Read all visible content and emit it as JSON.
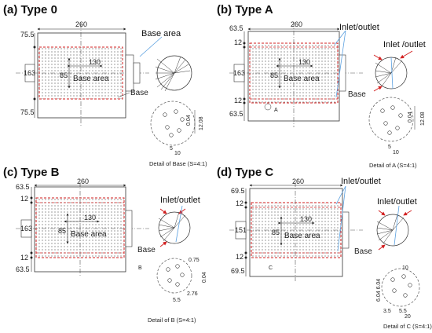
{
  "colors": {
    "outline": "#333333",
    "red_dash": "#d21f1f",
    "callout_line": "#5aa0e0",
    "dot": "#555555"
  },
  "panels": [
    {
      "title": "(a) Type 0",
      "dims": {
        "width": "260",
        "top": "75.5",
        "bottom": "75.5",
        "left": "163",
        "inner_w": "130",
        "inner_h": "85"
      },
      "base_area": "Base area",
      "base": "Base",
      "callout": "Base area",
      "detail_caption": "Detail of Base (S=4:1)",
      "detail_dims": [
        "12.08",
        "0.04",
        "5",
        "10"
      ]
    },
    {
      "title": "(b) Type A",
      "dims": {
        "width": "260",
        "top": "63.5",
        "mid_top": "12",
        "mid_bottom": "12",
        "bottom": "63.5",
        "left": "163",
        "inner_w": "130",
        "inner_h": "85"
      },
      "base_area": "Base area",
      "base": "Base",
      "marker": "A",
      "callout": "Inlet/outlet",
      "callout2": "Inlet /outlet",
      "detail_caption": "Detail of A (S=4:1)",
      "detail_dims": [
        "12.08",
        "0.04",
        "5",
        "10"
      ]
    },
    {
      "title": "(c) Type B",
      "dims": {
        "width": "260",
        "top": "63.5",
        "mid_top": "12",
        "mid_bottom": "12",
        "bottom": "63.5",
        "left": "163",
        "inner_w": "130",
        "inner_h": "85"
      },
      "base_area": "Base area",
      "base": "Base",
      "marker": "B",
      "callout": "Inlet/outlet",
      "detail_caption": "Detail of B (S=4:1)",
      "detail_dims": [
        "0.75",
        "0.04",
        "2.76",
        "5.5"
      ]
    },
    {
      "title": "(d) Type C",
      "dims": {
        "width": "260",
        "top": "69.5",
        "mid_top": "12",
        "mid_bottom": "12",
        "bottom": "69.5",
        "left": "151",
        "inner_w": "130",
        "inner_h": "85"
      },
      "base_area": "Base area",
      "base": "Base",
      "marker": "C",
      "callout": "Inlet/outlet",
      "callout2": "Inlet/outlet",
      "detail_caption": "Detail of C (S=4:1)",
      "detail_dims": [
        "10",
        "6.04 6.04",
        "3.5",
        "5.5",
        "20"
      ]
    }
  ]
}
